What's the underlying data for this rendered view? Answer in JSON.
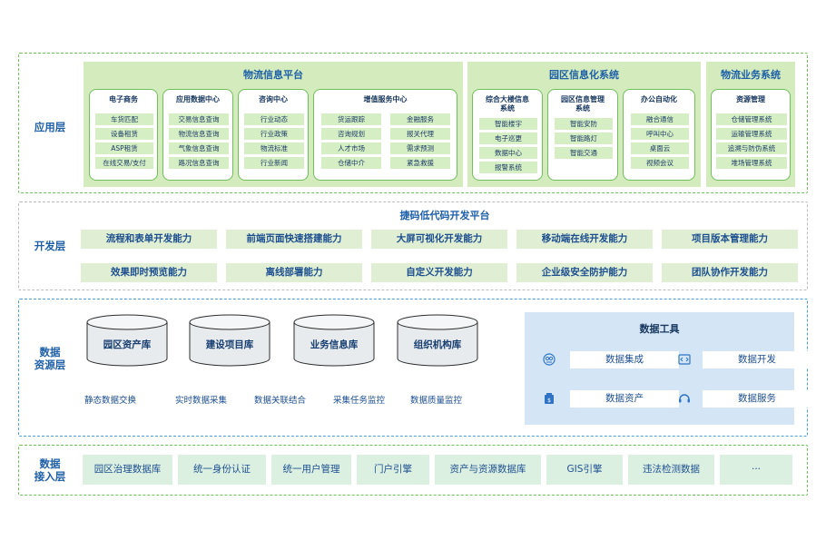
{
  "application_layer": {
    "label": "应用层",
    "systems": [
      {
        "title": "物流信息平台",
        "modules": [
          {
            "title": "电子商务",
            "items": [
              "车货匹配",
              "设备租赁",
              "ASP租赁",
              "在线交易/支付"
            ]
          },
          {
            "title": "应用数据中心",
            "items": [
              "交易信息查询",
              "物流信息查询",
              "气象信息查询",
              "路况信息查询"
            ]
          },
          {
            "title": "咨询中心",
            "items": [
              "行业动态",
              "行业政策",
              "物流标准",
              "行业新闻"
            ]
          },
          {
            "title": "增值服务中心",
            "items": [
              "货运跟踪",
              "金融服务",
              "咨询规划",
              "报关代理",
              "人才市场",
              "需求预测",
              "仓储中介",
              "紧急救援"
            ]
          }
        ]
      },
      {
        "title": "园区信息化系统",
        "modules": [
          {
            "title": "综合大楼信息系统",
            "items": [
              "智能楼宇",
              "电子巡更",
              "数据中心",
              "报警系统"
            ]
          },
          {
            "title": "园区信息管理系统",
            "items": [
              "智能安防",
              "智能路灯",
              "智能交通"
            ]
          },
          {
            "title": "办公自动化",
            "items": [
              "融合通信",
              "呼叫中心",
              "桌面云",
              "视频会议"
            ]
          }
        ]
      },
      {
        "title": "物流业务系统",
        "modules": [
          {
            "title": "资源管理",
            "items": [
              "仓储管理系统",
              "运输管理系统",
              "追溯与防伪系统",
              "堆场管理系统"
            ]
          }
        ]
      }
    ]
  },
  "dev_layer": {
    "label": "开发层",
    "platform_title": "捷码低代码开发平台",
    "capabilities": [
      "流程和表单开发能力",
      "前端页面快速搭建能力",
      "大屏可视化开发能力",
      "移动端在线开发能力",
      "项目版本管理能力",
      "效果即时预览能力",
      "离线部署能力",
      "自定义开发能力",
      "企业级安全防护能力",
      "团队协作开发能力"
    ]
  },
  "data_resource_layer": {
    "label": "数据\n资源层",
    "databases": [
      "园区资产库",
      "建设项目库",
      "业务信息库",
      "组织机构库"
    ],
    "operations": [
      "静态数据交换",
      "实时数据采集",
      "数据关联结合",
      "采集任务监控",
      "数据质量监控"
    ],
    "tools": {
      "title": "数据工具",
      "items": [
        {
          "label": "数据集成",
          "icon": "data-integration-icon"
        },
        {
          "label": "数据开发",
          "icon": "code-icon"
        },
        {
          "label": "数据资产",
          "icon": "asset-icon"
        },
        {
          "label": "数据服务",
          "icon": "service-icon"
        }
      ]
    }
  },
  "access_layer": {
    "label": "数据\n接入层",
    "items": [
      "园区治理数据库",
      "统一身份认证",
      "统一用户管理",
      "门户引擎",
      "资产与资源数据库",
      "GIS引擎",
      "违法检测数据",
      "···"
    ]
  },
  "colors": {
    "green_border": "#6fc05a",
    "blue_border": "#4a9fd8",
    "app_block": "#d3ebbd",
    "tools_panel": "#d4e6f6"
  }
}
